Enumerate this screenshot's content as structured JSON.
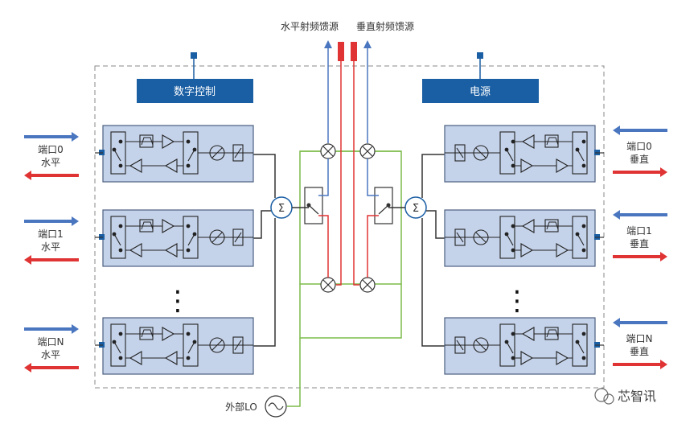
{
  "labels": {
    "h_rf_feed": "水平射频馈源",
    "v_rf_feed": "垂直射频馈源",
    "digital_control": "数字控制",
    "power": "电源",
    "external_lo": "外部LO",
    "sigma": "Σ",
    "ellipsis": "⋮",
    "watermark": "芯智讯"
  },
  "ports": {
    "left": [
      {
        "port": "端口0",
        "pol": "水平"
      },
      {
        "port": "端口1",
        "pol": "水平"
      },
      {
        "port": "端口N",
        "pol": "水平"
      }
    ],
    "right": [
      {
        "port": "端口0",
        "pol": "垂直"
      },
      {
        "port": "端口1",
        "pol": "垂直"
      },
      {
        "port": "端口N",
        "pol": "垂直"
      }
    ]
  },
  "colors": {
    "header_box": "#1a5ea3",
    "module_fill": "#c5d3ea",
    "module_stroke": "#4b5f80",
    "tx_arrow": "#4a76c0",
    "rx_arrow": "#e03434",
    "lo_line": "#7dbb4a",
    "border_dash": "#888888"
  }
}
